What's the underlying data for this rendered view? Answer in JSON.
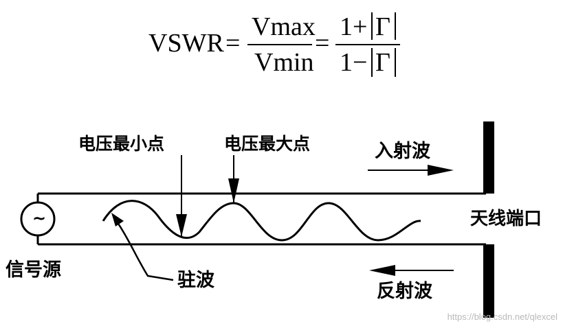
{
  "formula": {
    "lhs": "VSWR",
    "eq": "=",
    "num1": "Vmax",
    "den1": "Vmin",
    "num2_prefix": "1+",
    "den2_prefix": "1−",
    "gamma": "Γ"
  },
  "labels": {
    "v_min": "电压最小点",
    "v_max": "电压最大点",
    "incident": "入射波",
    "reflected": "反射波",
    "antenna_port": "天线端口",
    "source": "信号源",
    "standing_wave": "驻波",
    "source_symbol": "~"
  },
  "watermark": "https://blog.csdn.net/qlexcel"
}
